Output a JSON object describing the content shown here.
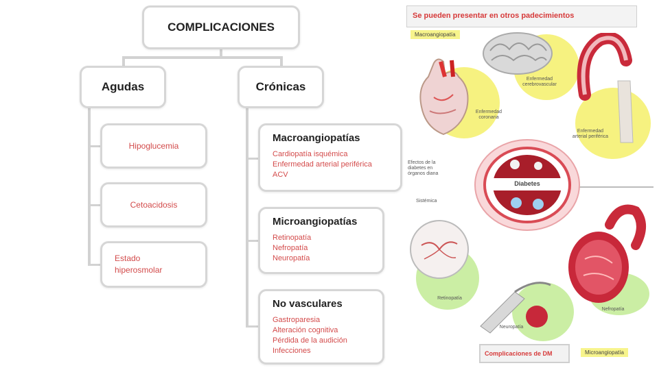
{
  "tree": {
    "root": "COMPLICACIONES",
    "acute": {
      "heading": "Agudas",
      "items": [
        "Hipoglucemia",
        "Cetoacidosis",
        "Estado hiperosmolar"
      ]
    },
    "chronic": {
      "heading": "Crónicas",
      "groups": [
        {
          "title": "Macroangiopatías",
          "items": [
            "Cardiopatía isquémica",
            "Enfermedad arterial periférica",
            "ACV"
          ]
        },
        {
          "title": "Microangiopatías",
          "items": [
            "Retinopatía",
            "Nefropatía",
            "Neuropatía"
          ]
        },
        {
          "title": "No vasculares",
          "items": [
            "Gastroparesia",
            "Alteración cognitiva",
            "Pérdida de la audición",
            "Infecciones"
          ]
        }
      ]
    }
  },
  "illustration": {
    "banner": "Se pueden presentar en otros padecimientos",
    "macro_label": "Macroangiopatía",
    "micro_label": "Microangiopatía",
    "center_label": "Diabetes",
    "side_note": "Efectos de la diabetes en órganos diana",
    "side_note2": "Sistémica",
    "bottom_badge": "Complicaciones de DM",
    "organs": [
      {
        "name": "Enfermedad coronaria"
      },
      {
        "name": "Enfermedad cerebrovascular"
      },
      {
        "name": "Enfermedad arterial periférica"
      },
      {
        "name": "Retinopatía"
      },
      {
        "name": "Neuropatía"
      },
      {
        "name": "Nefropatía"
      }
    ],
    "colors": {
      "accent_red": "#d24a4a",
      "yellow": "#f4f06a",
      "green": "#c5ec9a"
    }
  }
}
